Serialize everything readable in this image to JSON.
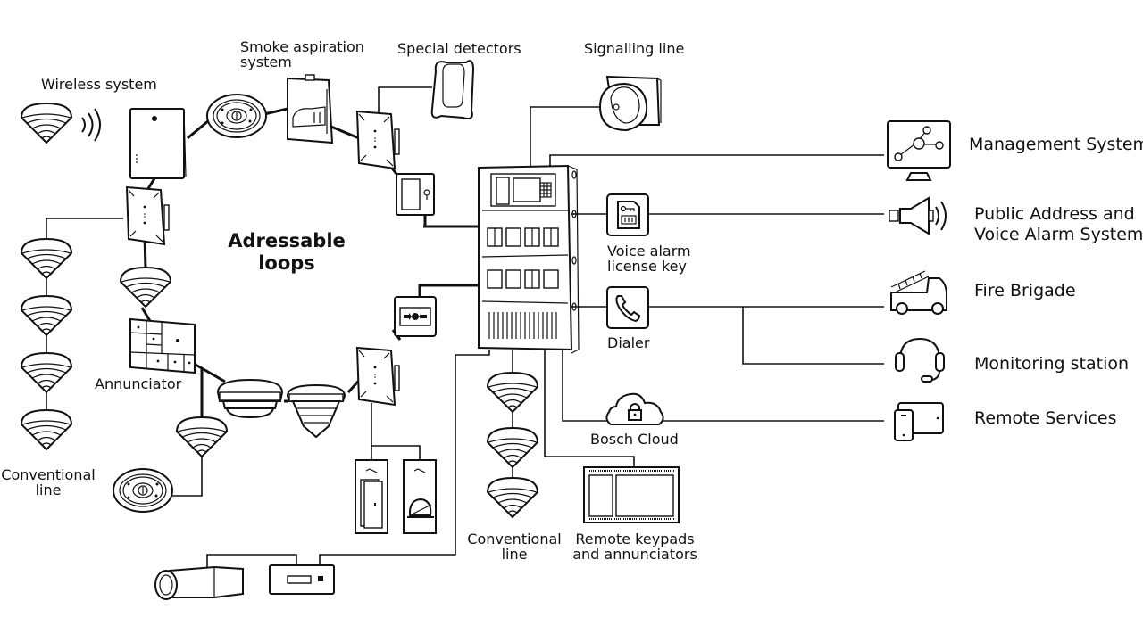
{
  "diagram": {
    "title": "Adressable loops",
    "title_lines": [
      "Adressable",
      "loops"
    ],
    "nodes": {
      "wireless_system": "Wireless system",
      "smoke_aspiration_system": [
        "Smoke aspiration",
        "system"
      ],
      "special_detectors": "Special detectors",
      "signalling_line": "Signalling line",
      "annunciator": "Annunciator",
      "conventional_line_left": [
        "Conventional",
        "line"
      ],
      "conventional_line_bottom": [
        "Conventional",
        "line"
      ],
      "remote_keypads": [
        "Remote keypads",
        "and annunciators"
      ],
      "voice_alarm_license_key": [
        "Voice alarm",
        "license key"
      ],
      "dialer": "Dialer",
      "bosch_cloud": "Bosch Cloud"
    },
    "external_systems": [
      {
        "label": [
          "Management System"
        ],
        "icon": "monitor-network-icon"
      },
      {
        "label": [
          "Public Address and",
          "Voice Alarm System"
        ],
        "icon": "speaker-icon"
      },
      {
        "label": [
          "Fire Brigade"
        ],
        "icon": "fire-truck-icon"
      },
      {
        "label": [
          "Monitoring station"
        ],
        "icon": "headset-icon"
      },
      {
        "label": [
          "Remote Services"
        ],
        "icon": "mobile-tablet-icon"
      }
    ]
  }
}
